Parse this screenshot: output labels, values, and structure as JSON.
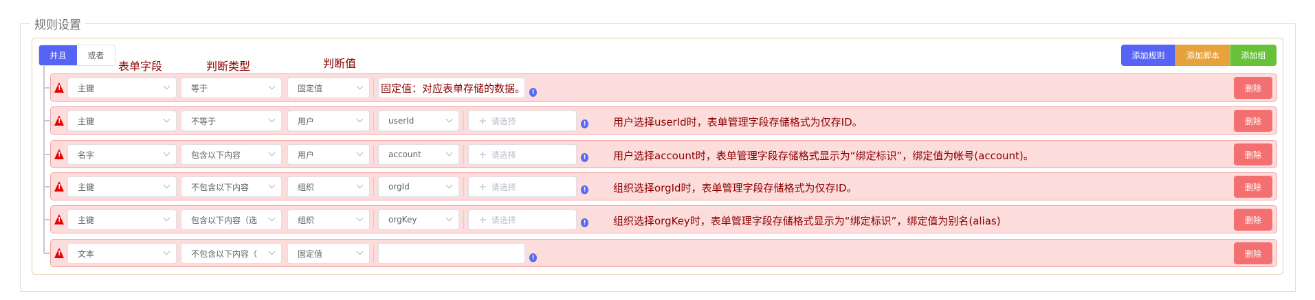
{
  "legend": "规则设置",
  "toggle": {
    "and": "并且",
    "or": "或者"
  },
  "add": {
    "rule": "添加规则",
    "script": "添加脚本",
    "group": "添加组"
  },
  "labels": {
    "field": "表单字段",
    "judge_type": "判断类型",
    "judge_value": "判断值"
  },
  "colors": {
    "blue": "#5664f5",
    "orange": "#e6a23c",
    "green": "#67c23a",
    "delete": "#f47070",
    "row_bg": "#fddcdc"
  },
  "placeholder": "请选择",
  "delete_label": "删除",
  "rows": [
    {
      "field": "主键",
      "op": "等于",
      "source": "固定值",
      "input": "固定值：对应表单存储的数据。"
    },
    {
      "field": "主键",
      "op": "不等于",
      "source": "用户",
      "key": "userId",
      "note": "用户选择userId时，表单管理字段存储格式为仅存ID。"
    },
    {
      "field": "名字",
      "op": "包含以下内容",
      "source": "用户",
      "key": "account",
      "note": "用户选择account时，表单管理字段存储格式显示为“绑定标识”，绑定值为帐号(account)。"
    },
    {
      "field": "主键",
      "op": "不包含以下内容",
      "source": "组织",
      "key": "orgId",
      "note": "组织选择orgId时，表单管理字段存储格式为仅存ID。"
    },
    {
      "field": "主键",
      "op": "包含以下内容（选",
      "source": "组织",
      "key": "orgKey",
      "note": "组织选择orgKey时，表单管理字段存储格式显示为“绑定标识”，绑定值为别名(alias)"
    },
    {
      "field": "文本",
      "op": "不包含以下内容（",
      "source": "固定值",
      "input": ""
    }
  ]
}
